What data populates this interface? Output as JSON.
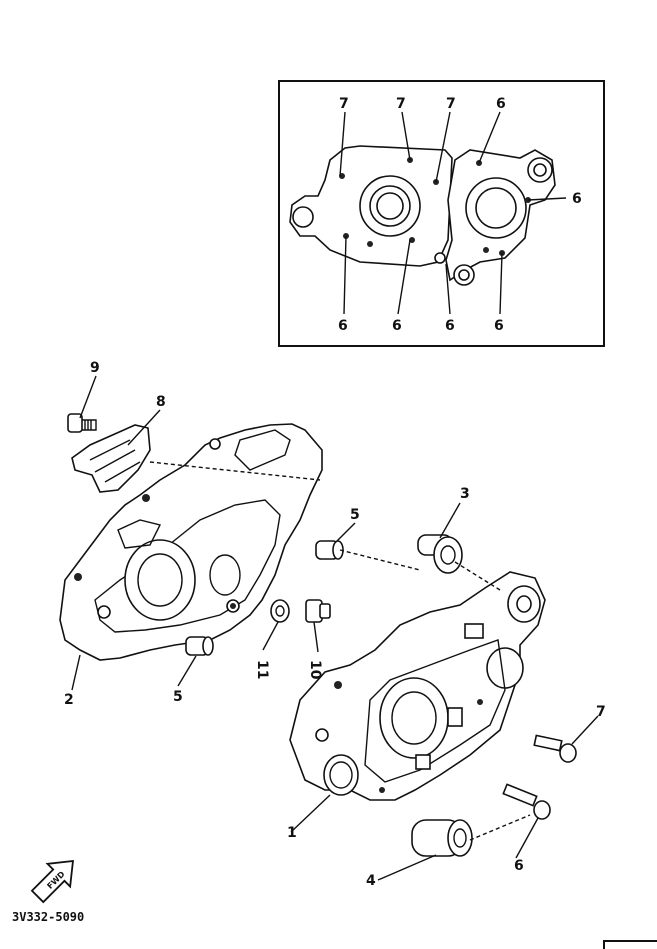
{
  "document": {
    "part_code": "3V332-5090",
    "front_marker_text": "FWD"
  },
  "inset_callouts": {
    "top": [
      "7",
      "7",
      "7",
      "6"
    ],
    "right": "6",
    "bottom": [
      "6",
      "6",
      "6",
      "6"
    ]
  },
  "callouts": {
    "c1": "1",
    "c2": "2",
    "c3": "3",
    "c4": "4",
    "c5a": "5",
    "c5b": "5",
    "c6": "6",
    "c7": "7",
    "c8": "8",
    "c9": "9",
    "c10": "10",
    "c11": "11"
  }
}
